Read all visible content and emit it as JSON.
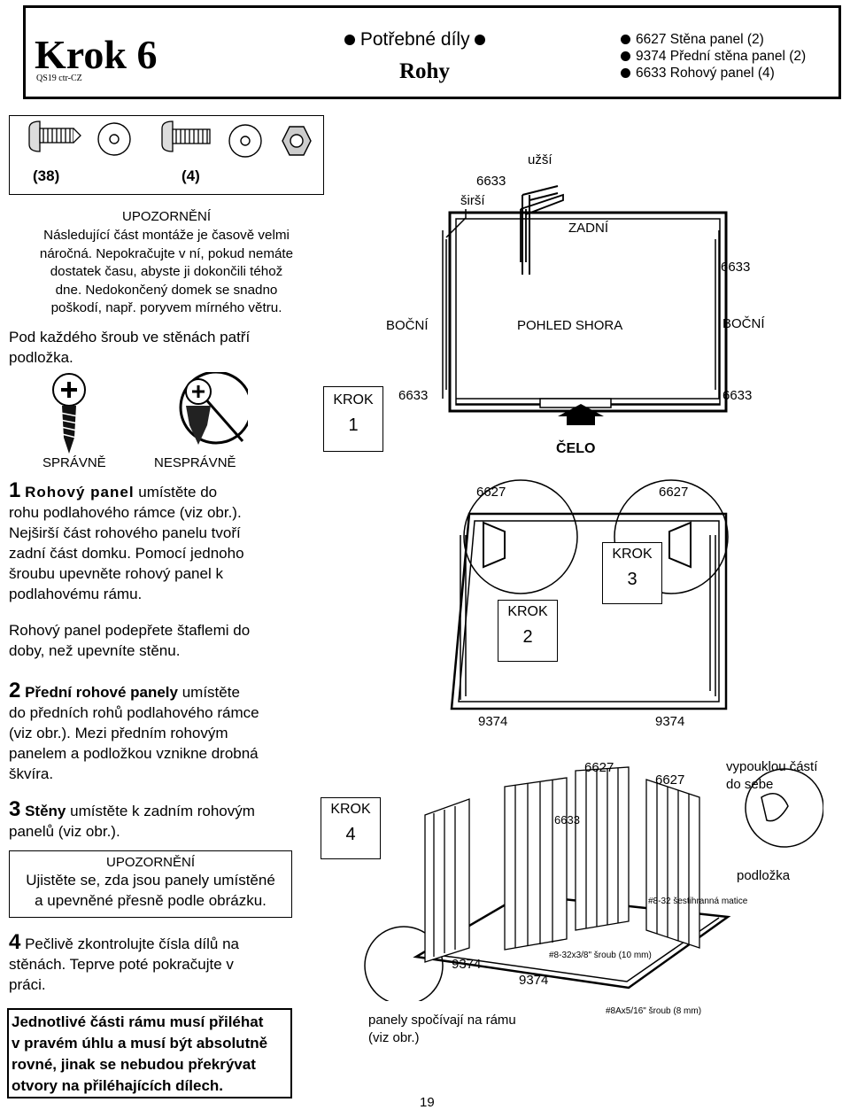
{
  "header": {
    "step_title": "Krok 6",
    "code": "QS19 ctr-CZ",
    "needed_label": "Potřebné díly",
    "section": "Rohy",
    "parts": [
      "6627 Stěna panel (2)",
      "9374 Přední stěna panel (2)",
      "6633 Rohový panel (4)"
    ]
  },
  "hardware": {
    "qty_a": "(38)",
    "qty_b": "(4)"
  },
  "warning1": {
    "title": "UPOZORNĚNÍ",
    "lines": [
      "Následující část montáže je časově velmi",
      "náročná. Nepokračujte v ní, pokud nemáte",
      "dostatek času, abyste ji dokončili téhož",
      "dne. Nedokončený domek se snadno",
      "poškodí, např. poryvem mírného větru."
    ]
  },
  "washer_note": [
    "Pod každého šroub ve stěnách patří",
    "podložka."
  ],
  "screw_labels": {
    "correct": "SPRÁVNĚ",
    "wrong": "NESPRÁVNĚ"
  },
  "step1": {
    "num": "1",
    "bold": "Rohový panel",
    "lines": [
      " umístěte do",
      "rohu podlahového rámce (viz obr.).",
      "Nejširší část rohového panelu tvoří",
      "zadní část domku. Pomocí jednoho",
      "šroubu upevněte rohový panel k",
      "podlahovému rámu."
    ],
    "support": [
      "Rohový panel podepřete štaflemi do",
      "doby, než upevníte stěnu."
    ]
  },
  "step2": {
    "num": "2",
    "bold": "Přední rohové panely",
    "lines": [
      " umístěte",
      "do předních rohů podlahového rámce",
      "(viz obr.). Mezi předním rohovým",
      "panelem a podložkou vznikne drobná",
      "škvíra."
    ]
  },
  "step3": {
    "num": "3",
    "bold": "Stěny",
    "lines": [
      " umístěte k zadním rohovým",
      "panelů (viz obr.)."
    ]
  },
  "warning2": {
    "title": "UPOZORNĚNÍ",
    "lines": [
      "Ujistěte se, zda jsou panely umístěné",
      "a upevněné přesně podle obrázku."
    ]
  },
  "step4": {
    "num": "4",
    "lines": [
      " Pečlivě zkontrolujte čísla dílů na",
      "stěnách. Teprve poté pokračujte v",
      "práci."
    ]
  },
  "frame_note": [
    "Jednotlivé části rámu musí přiléhat",
    "v pravém úhlu a musí být absolutně",
    "rovné, jinak se nebudou překrývat",
    "otvory na přiléhajících dílech."
  ],
  "diagram1": {
    "narrower": "užší",
    "wider": "širší",
    "part_6633": "6633",
    "back": "ZADNÍ",
    "side": "BOČNÍ",
    "top_view": "POHLED SHORA",
    "front": "ČELO"
  },
  "krok": {
    "label": "KROK",
    "n1": "1",
    "n2": "2",
    "n3": "3",
    "n4": "4"
  },
  "diagram2": {
    "part_6627": "6627"
  },
  "diagram3": {
    "part_9374": "9374",
    "part_6627": "6627",
    "part_6633": "6633",
    "bulge": [
      "vypouklou částí",
      "do sebe"
    ],
    "washer": "podložka",
    "nut": "#8-32 šestihranná matice",
    "screw1": "#8-32x3/8\" šroub (10 mm)",
    "screw2": "#8Ax5/16\" šroub (8 mm)",
    "on_frame": [
      "panely spočívají na rámu",
      "(viz obr.)"
    ]
  },
  "page_number": "19"
}
